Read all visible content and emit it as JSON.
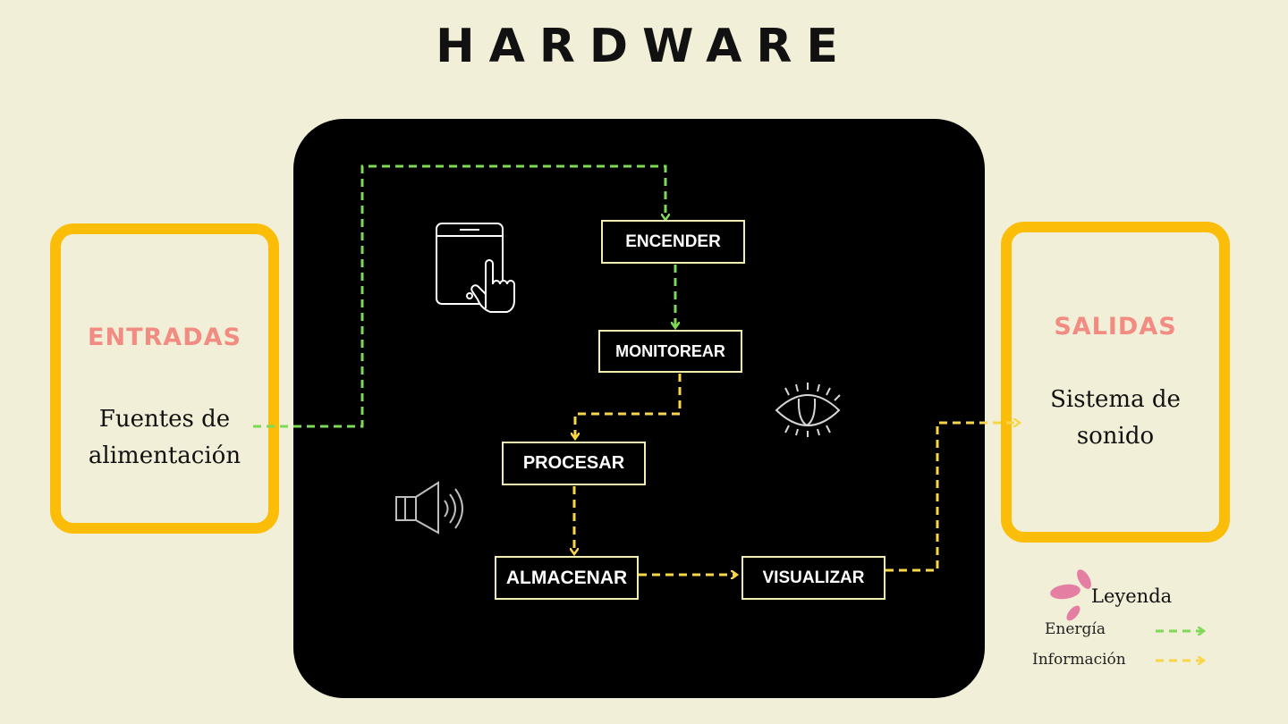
{
  "title": "HARDWARE",
  "inputs": {
    "heading": "ENTRADAS",
    "line1": "Fuentes de",
    "line2": "alimentación"
  },
  "outputs": {
    "heading": "SALIDAS",
    "line1": "Sistema de",
    "line2": "sonido"
  },
  "steps": {
    "encender": "ENCENDER",
    "monitorear": "MONITOREAR",
    "procesar": "PROCESAR",
    "almacenar": "ALMACENAR",
    "visualizar": "VISUALIZAR"
  },
  "legend": {
    "title": "Leyenda",
    "items": [
      {
        "label": "Energía",
        "color": "#7ed957"
      },
      {
        "label": "Información",
        "color": "#f8d648"
      }
    ]
  },
  "icons": [
    "tablet-touch-icon",
    "eye-icon",
    "speaker-icon",
    "flower-icon"
  ],
  "colors": {
    "accent": "#fbbd08",
    "heading": "#f28c82",
    "energy": "#7ed957",
    "info": "#f8d648",
    "panel": "#000000"
  }
}
